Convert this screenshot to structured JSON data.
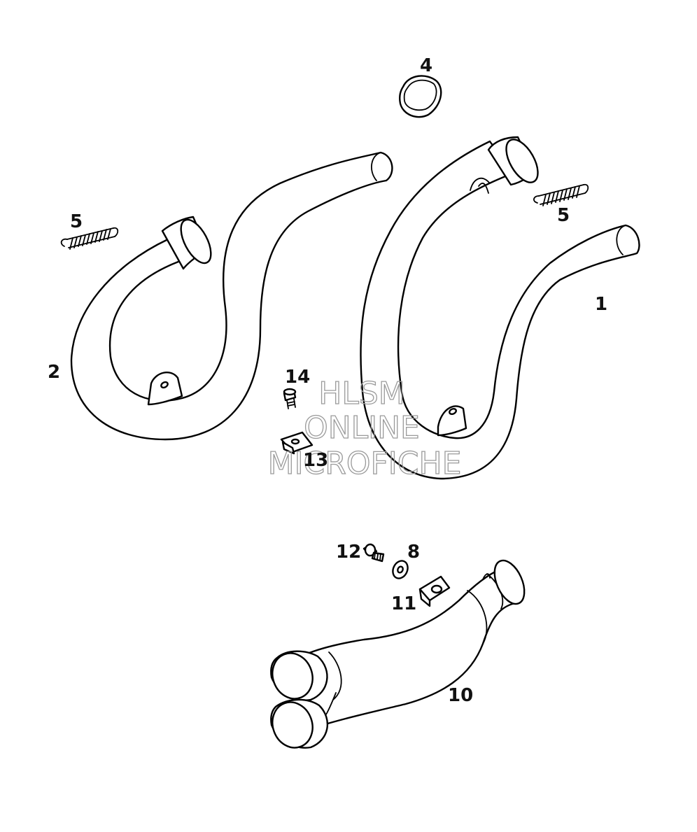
{
  "callouts": {
    "c1": "1",
    "c2": "2",
    "c4": "4",
    "c5a": "5",
    "c5b": "5",
    "c8": "8",
    "c10": "10",
    "c11": "11",
    "c12": "12",
    "c13": "13",
    "c14": "14"
  },
  "watermark": {
    "line1": "HLSM",
    "line2": "ONLINE",
    "line3": "MICROFICHE"
  },
  "colors": {
    "line": "#000000",
    "watermark": "#9a9a9a",
    "background": "#ffffff"
  }
}
